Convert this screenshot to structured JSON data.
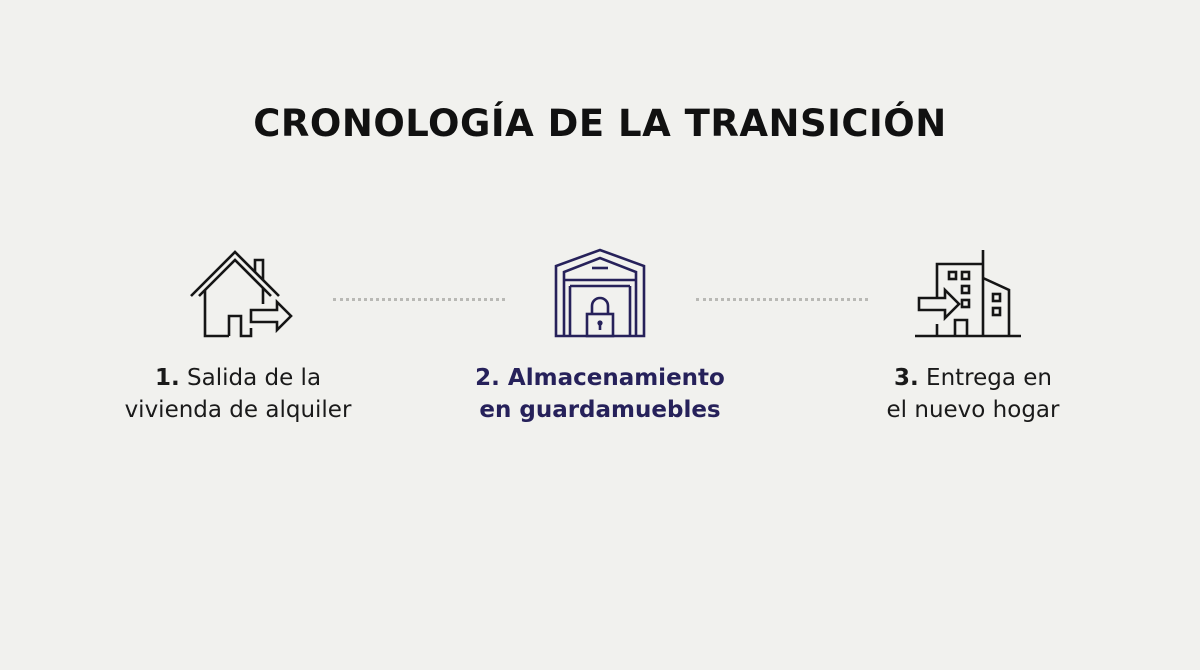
{
  "title": "CRONOLOGÍA DE LA TRANSICIÓN",
  "colors": {
    "background": "#f1f1ee",
    "text": "#151515",
    "accent": "#26215a",
    "connector": "#b9b9b5"
  },
  "steps": [
    {
      "number": "1.",
      "line1": "Salida de la",
      "line2": "vivienda de alquiler",
      "icon": "house-exit-icon",
      "highlighted": false
    },
    {
      "number": "2.",
      "line1": "Almacenamiento",
      "line2": "en guardamuebles",
      "icon": "storage-unit-lock-icon",
      "highlighted": true
    },
    {
      "number": "3.",
      "line1": "Entrega en",
      "line2": "el nuevo hogar",
      "icon": "building-enter-icon",
      "highlighted": false
    }
  ]
}
